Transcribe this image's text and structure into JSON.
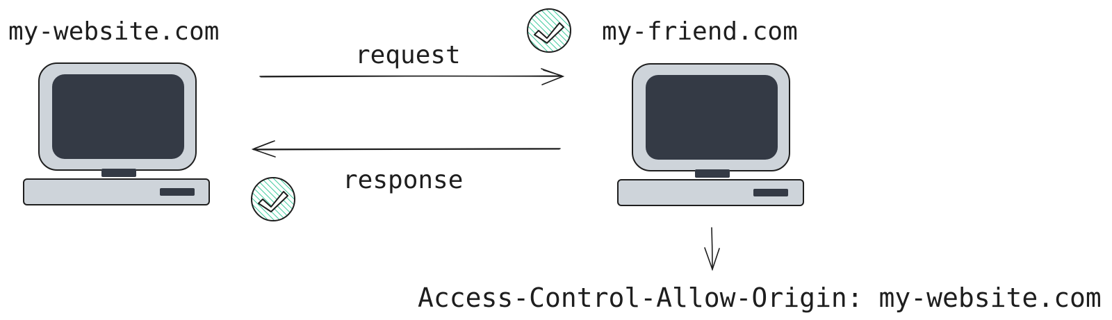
{
  "nodes": {
    "client": {
      "label": "my-website.com",
      "icon": "computer-icon"
    },
    "server": {
      "label": "my-friend.com",
      "icon": "computer-icon"
    }
  },
  "arrows": {
    "request": {
      "label": "request",
      "icon": "check-badge-icon"
    },
    "response": {
      "label": "response",
      "icon": "check-badge-icon"
    }
  },
  "header_line": "Access-Control-Allow-Origin: my-website.com",
  "colors": {
    "ink": "#1e1e1e",
    "screen": "#343a45",
    "case": "#ced4da",
    "badge_fill": "#96f2d7",
    "badge_hatch": "#38c99a"
  }
}
